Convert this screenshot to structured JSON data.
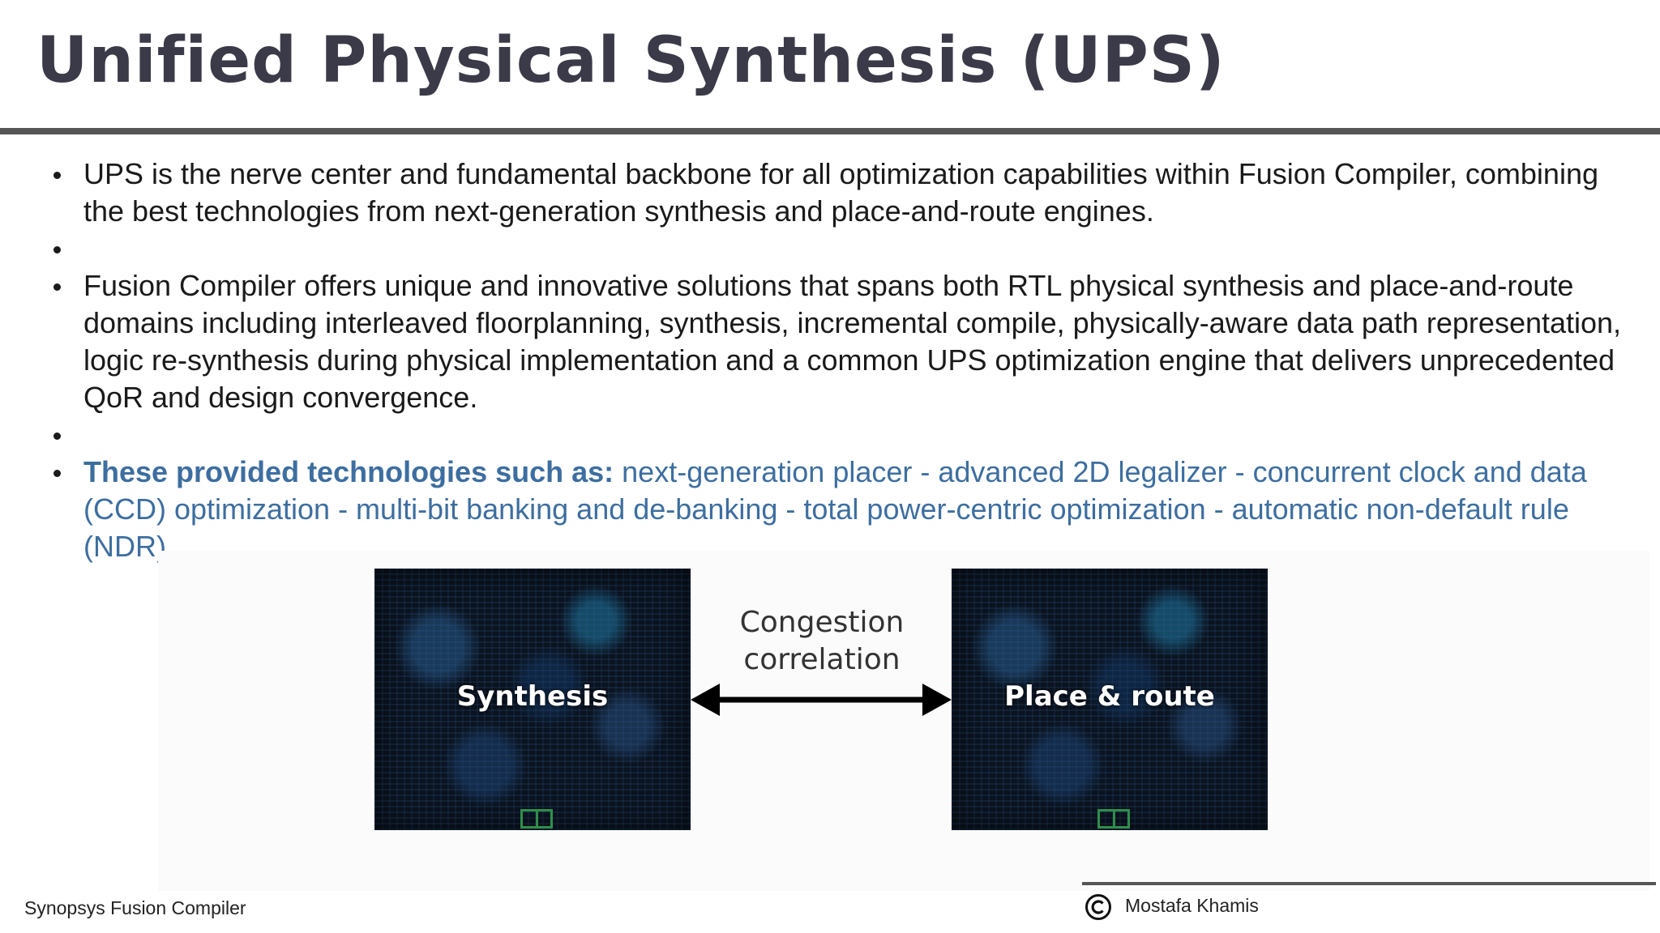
{
  "slide": {
    "title": "Unified Physical Synthesis (UPS)"
  },
  "bullets": [
    {
      "text": "UPS is the nerve center and fundamental backbone for all optimization capabilities within Fusion Compiler, combining the best technologies from next-generation synthesis and place-and-route engines."
    },
    {
      "text": ""
    },
    {
      "text": "Fusion Compiler offers unique and innovative solutions that spans both RTL physical synthesis and place-and-route domains including interleaved floorplanning, synthesis, incremental compile, physically-aware data path representation, logic re-synthesis during physical implementation and a common UPS optimization engine that delivers unprecedented QoR and design convergence."
    },
    {
      "text": ""
    },
    {
      "lead": "These provided technologies such as:",
      "text": "  next-generation placer - advanced 2D legalizer - concurrent clock and data (CCD) optimization - multi-bit banking and de-banking - total power-centric optimization - automatic non-default rule (NDR)."
    }
  ],
  "figure": {
    "left_label": "Synthesis",
    "right_label": "Place & route",
    "arrow_label_line1": "Congestion",
    "arrow_label_line2": "correlation"
  },
  "footer": {
    "left": "Synopsys Fusion Compiler",
    "author": "Mostafa Khamis"
  },
  "colors": {
    "title": "#3a3a48",
    "highlight_blue": "#3d6ea0",
    "rule": "#555555"
  },
  "icons": [
    "copyright-icon",
    "double-arrow-icon"
  ]
}
